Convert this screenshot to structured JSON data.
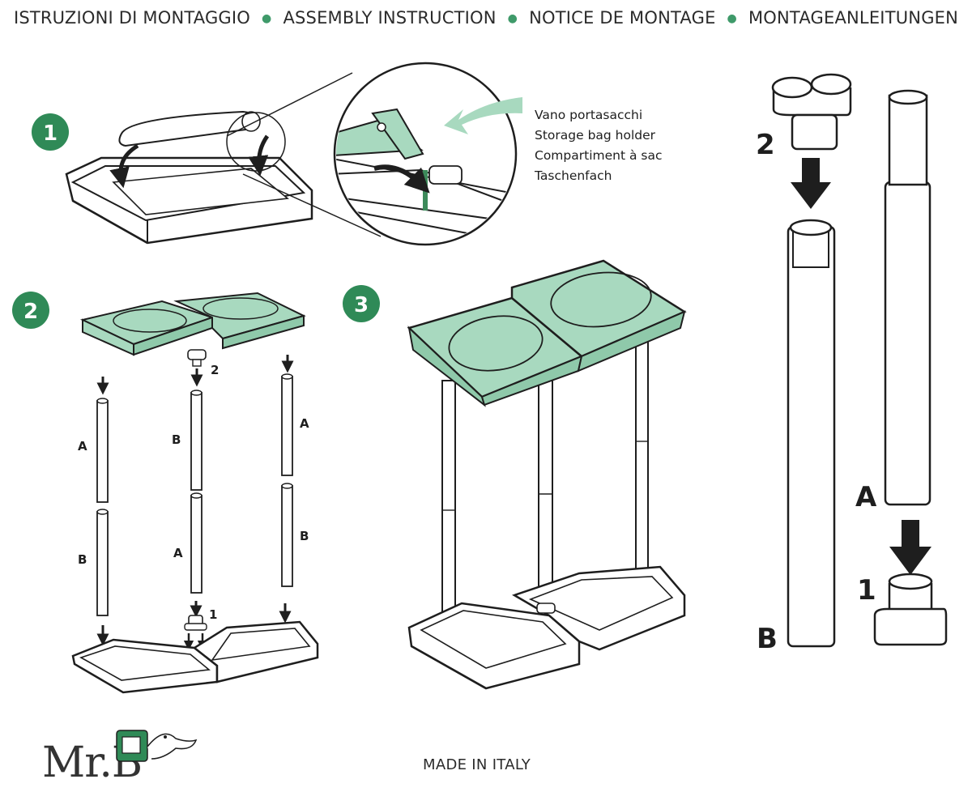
{
  "header": {
    "items": [
      "ISTRUZIONI DI MONTAGGIO",
      "ASSEMBLY INSTRUCTION",
      "NOTICE DE MONTAGE",
      "MONTAGEANLEITUNGEN"
    ]
  },
  "steps": {
    "one": "1",
    "two": "2",
    "three": "3"
  },
  "legend": {
    "lines": [
      "Vano portasacchi",
      "Storage bag holder",
      "Compartiment à sac",
      "Taschenfach"
    ]
  },
  "parts": {
    "a": "A",
    "b": "B",
    "connector_top": "2",
    "connector_bottom": "1"
  },
  "footer": {
    "made_in": "MADE IN ITALY",
    "logo": "Mr.B"
  },
  "colors": {
    "accent": "#2f8a57",
    "lid": "#a8d9bf",
    "line": "#1e1e1e"
  }
}
